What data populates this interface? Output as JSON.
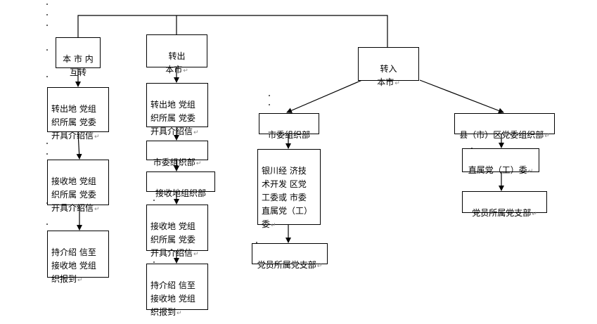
{
  "diagram": {
    "nodes": [
      {
        "id": "n1",
        "text": "本 市 内\n互转",
        "align": "center",
        "mark": false
      },
      {
        "id": "n2",
        "text": "转出地 党组\n织所属 党委\n开具介绍信",
        "align": "left",
        "mark": true
      },
      {
        "id": "n3",
        "text": "接收地 党组\n织所属 党委\n开具介绍信",
        "align": "left",
        "mark": true
      },
      {
        "id": "n4",
        "text": "持介绍 信至\n接收地 党组\n织报到",
        "align": "left",
        "mark": true
      },
      {
        "id": "n5",
        "text": "转出\n本市",
        "align": "center",
        "mark": true
      },
      {
        "id": "n6",
        "text": "转出地 党组\n织所属 党委\n开具介绍信",
        "align": "left",
        "mark": true
      },
      {
        "id": "n7",
        "text": "市委组织部",
        "align": "center",
        "mark": true
      },
      {
        "id": "n8",
        "text": "接收地组织部",
        "align": "center",
        "mark": false
      },
      {
        "id": "n9",
        "text": "接收地 党组\n织所属 党委\n开具介绍信",
        "align": "left",
        "mark": true
      },
      {
        "id": "n10",
        "text": "持介绍 信至\n接收地 党组\n织报到",
        "align": "left",
        "mark": true
      },
      {
        "id": "n11",
        "text": "转入\n本市",
        "align": "center",
        "mark": true
      },
      {
        "id": "n12",
        "text": "市委组织部",
        "align": "center",
        "mark": false
      },
      {
        "id": "n13",
        "text": "银川经 济技\n术开发 区党\n工委或 市委\n直属党（工）\n委",
        "align": "left",
        "mark": true
      },
      {
        "id": "n14",
        "text": "党员所属党支部",
        "align": "center",
        "mark": true
      },
      {
        "id": "n15",
        "text": "县（市）区党委组织部",
        "align": "center",
        "mark": true
      },
      {
        "id": "n16",
        "text": "直属党（工）委",
        "align": "center",
        "mark": true
      },
      {
        "id": "n17",
        "text": "党员所属党支部",
        "align": "center",
        "mark": true
      }
    ],
    "return_mark": "↵"
  }
}
